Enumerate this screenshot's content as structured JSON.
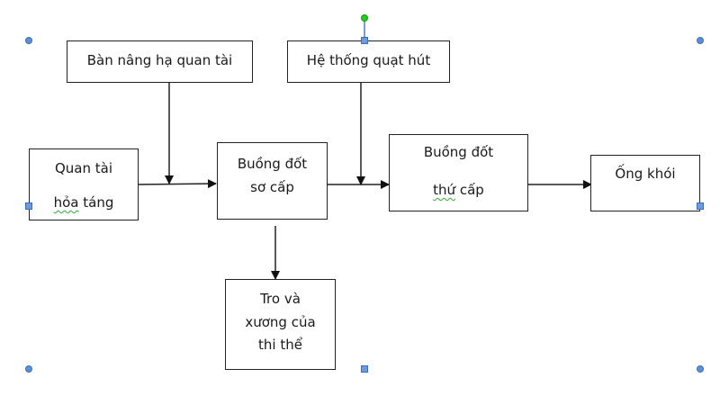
{
  "diagram": {
    "nodes": {
      "lift": {
        "label": "Bàn nâng hạ quan tài"
      },
      "fan": {
        "label": "Hệ thống quạt hút"
      },
      "coffin": {
        "line1": "Quan tài",
        "line2_marked": "hỏa",
        "line2_rest": " táng"
      },
      "primary": {
        "line1": "Buồng đốt",
        "line2": "sơ cấp"
      },
      "secondary": {
        "line1": "Buồng đốt",
        "line2_marked": "thứ",
        "line2_rest": " cấp"
      },
      "chimney": {
        "label": "Ống khói"
      },
      "ash": {
        "line1": "Tro và",
        "line2": "xương của",
        "line3": "thi thể"
      }
    },
    "edges": [
      {
        "from": "coffin",
        "to": "primary"
      },
      {
        "from": "lift",
        "to": "primary"
      },
      {
        "from": "primary",
        "to": "secondary"
      },
      {
        "from": "fan",
        "to": "secondary"
      },
      {
        "from": "secondary",
        "to": "chimney"
      },
      {
        "from": "primary",
        "to": "ash"
      }
    ],
    "colors": {
      "line": "#222222",
      "handle": "#5b8fd6",
      "rotate_handle": "#22cc22",
      "spell_underline": "#33aa33"
    }
  }
}
